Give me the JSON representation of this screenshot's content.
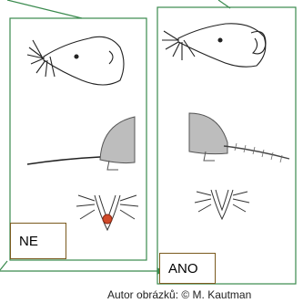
{
  "colors": {
    "frame": "#3a8a4e",
    "tag_border": "#7a5a1e",
    "red_spot": "#d04a2a"
  },
  "panels": [
    {
      "label": "NE",
      "sketches": [
        "shrew-head-small-ear",
        "mouse-with-tail",
        "nostril-red-spot"
      ]
    },
    {
      "label": "ANO",
      "sketches": [
        "shrew-head-large-ear",
        "mouse-with-hairy-tail",
        "nostril-plain"
      ]
    }
  ],
  "credit": "Autor obrázků: © M. Kautman"
}
